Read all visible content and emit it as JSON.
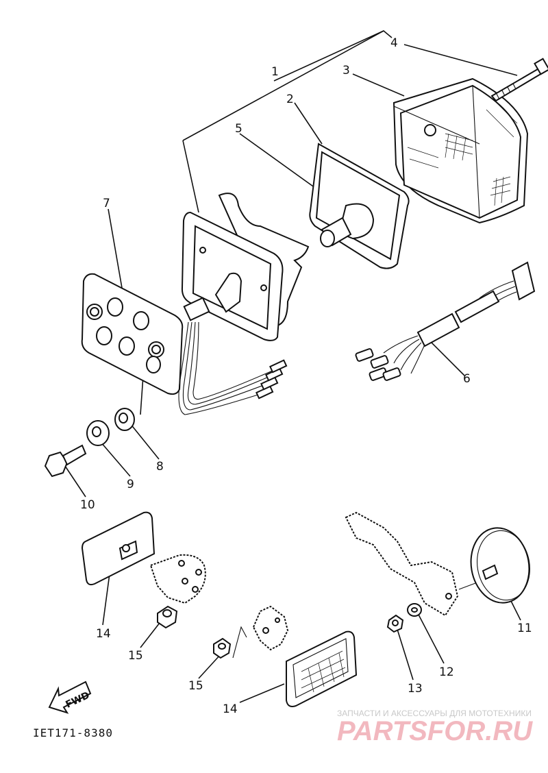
{
  "callouts": [
    "1",
    "2",
    "3",
    "4",
    "5",
    "6",
    "7",
    "8",
    "9",
    "10",
    "11",
    "12",
    "13",
    "14",
    "15"
  ],
  "repeat_callouts": {
    "14b": "14",
    "15b": "15"
  },
  "fwd_label": "FWD",
  "diagram_code": "IET171-8380",
  "watermark": {
    "tagline": "ЗАПЧАСТИ И АКСЕССУАРЫ ДЛЯ МОТОТЕХНИКИ",
    "site": "PARTSFOR.RU",
    "color": "#f2b8bf"
  }
}
